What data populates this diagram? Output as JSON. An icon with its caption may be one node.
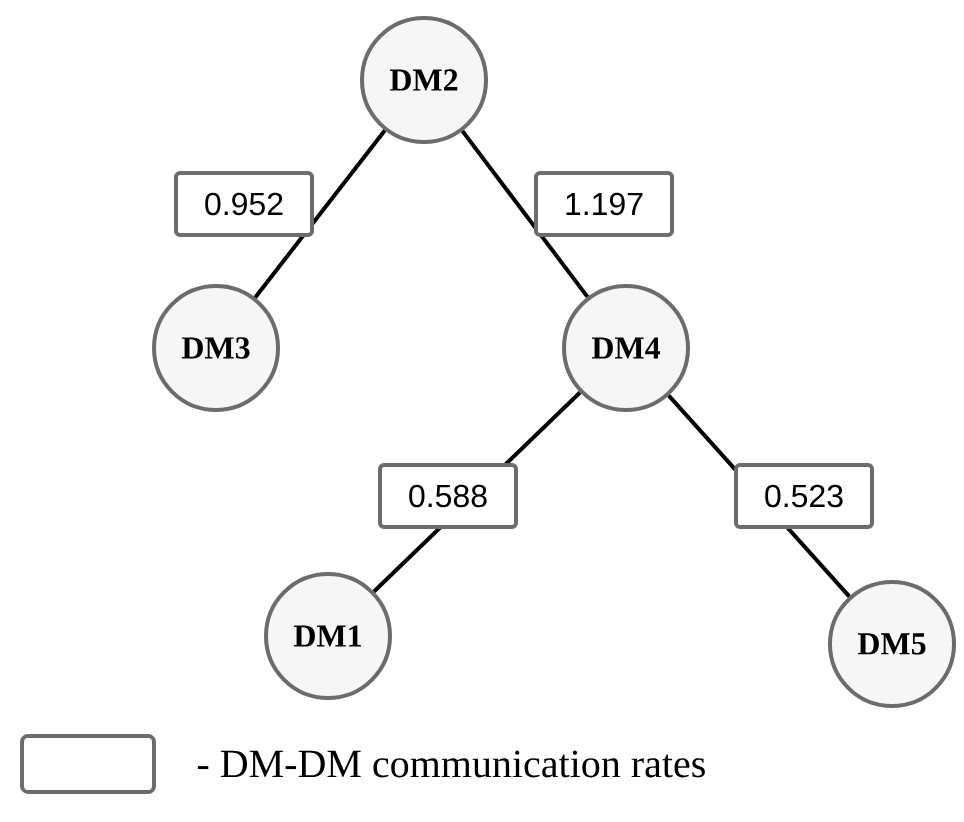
{
  "diagram": {
    "nodes": [
      {
        "text": [
          "DM2"
        ]
      },
      {
        "text": [
          "DM3"
        ]
      },
      {
        "text": [
          "DM4"
        ]
      },
      {
        "text": [
          "DM1"
        ]
      },
      {
        "text": [
          "DM5"
        ]
      }
    ],
    "edges": [
      {
        "from": 0,
        "to": 1,
        "arrow": "none",
        "label": "0.952"
      },
      {
        "from": 0,
        "to": 2,
        "arrow": "none",
        "label": "1.197"
      },
      {
        "from": 2,
        "to": 3,
        "arrow": "none",
        "label": "0.588"
      },
      {
        "from": 2,
        "to": 4,
        "arrow": "none",
        "label": "0.523"
      }
    ],
    "legend": [
      {
        "text": "- DM-DM communication rates"
      }
    ]
  }
}
